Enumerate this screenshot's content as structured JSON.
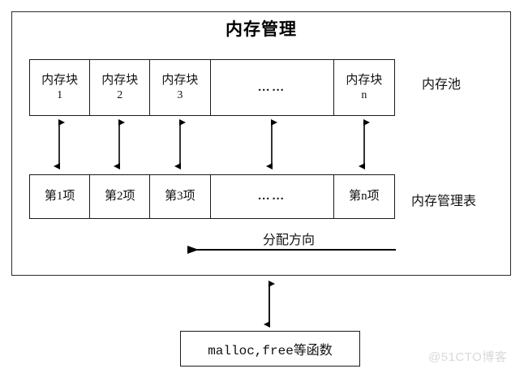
{
  "diagram": {
    "title": "内存管理",
    "pool_row": {
      "name": "内存池",
      "cells": [
        {
          "main": "内存块",
          "sub": "1"
        },
        {
          "main": "内存块",
          "sub": "2"
        },
        {
          "main": "内存块",
          "sub": "3"
        },
        {
          "main": "……",
          "sub": ""
        },
        {
          "main": "内存块",
          "sub": "n"
        }
      ],
      "side_label": "内存池"
    },
    "table_row": {
      "name": "内存管理表",
      "cells": [
        {
          "main": "第1项",
          "sub": ""
        },
        {
          "main": "第2项",
          "sub": ""
        },
        {
          "main": "第3项",
          "sub": ""
        },
        {
          "main": "……",
          "sub": ""
        },
        {
          "main": "第n项",
          "sub": ""
        }
      ],
      "side_label": "内存管理表"
    },
    "allocation_arrow": {
      "label": "分配方向",
      "direction": "right-to-left"
    },
    "function_box": {
      "label": "malloc,free等函数"
    },
    "watermark": "@51CTO博客",
    "colors": {
      "stroke": "#1a1a1a",
      "outer_stroke": "#2b2b2b",
      "text": "#111111",
      "background": "#ffffff",
      "watermark": "#d9d9d9"
    }
  }
}
